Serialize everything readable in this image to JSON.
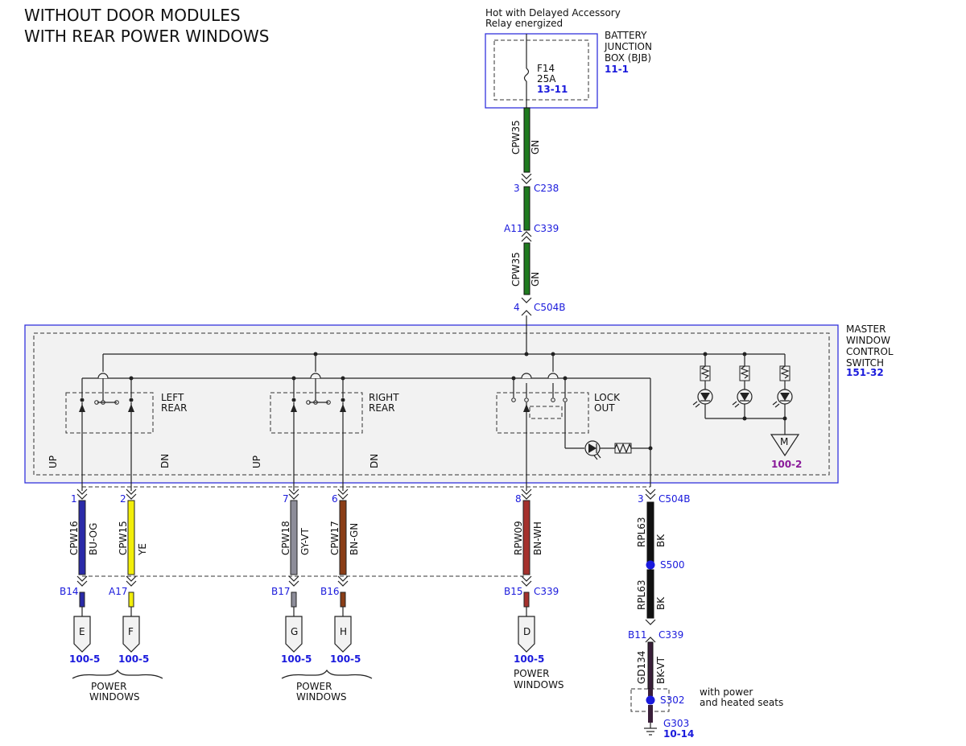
{
  "header": {
    "line1": "WITHOUT DOOR MODULES",
    "line2": "WITH REAR POWER WINDOWS"
  },
  "power_source": {
    "line1": "Hot with Delayed Accessory",
    "line2": "Relay energized"
  },
  "bjb": {
    "name1": "BATTERY",
    "name2": "JUNCTION",
    "name3": "BOX (BJB)",
    "ref": "11-1",
    "fuse": "F14",
    "rating": "25A",
    "fuse_ref": "13-11"
  },
  "top_wire": {
    "circuit_upper": "CPW35",
    "color_upper": "GN",
    "circuit_lower": "CPW35",
    "color_lower": "GN",
    "c238_pin": "3",
    "c238": "C238",
    "c339_pin": "A11",
    "c339": "C339",
    "c504b_pin": "4",
    "c504b": "C504B"
  },
  "switch": {
    "name1": "MASTER",
    "name2": "WINDOW",
    "name3": "CONTROL",
    "name4": "SWITCH",
    "ref": "151-32",
    "left_rear_1": "LEFT",
    "left_rear_2": "REAR",
    "right_rear_1": "RIGHT",
    "right_rear_2": "REAR",
    "lockout_1": "LOCK",
    "lockout_2": "OUT",
    "up": "UP",
    "dn": "DN",
    "ground_ref": "100-2",
    "motor": "M"
  },
  "wires": [
    {
      "pin": "1",
      "circuit": "CPW16",
      "color": "BU-OG",
      "conn_pin": "B14",
      "terminal": "E",
      "ref": "100-5",
      "c1": "#2a2aa8",
      "c2": "#2a2aa8"
    },
    {
      "pin": "2",
      "circuit": "CPW15",
      "color": "YE",
      "conn_pin": "A17",
      "terminal": "F",
      "ref": "100-5",
      "c1": "#f2ee0a",
      "c2": "#f2ee0a"
    },
    {
      "pin": "7",
      "circuit": "CPW18",
      "color": "GY-VT",
      "conn_pin": "B17",
      "terminal": "G",
      "ref": "100-5",
      "c1": "#8d8d99",
      "c2": "#8d8d99"
    },
    {
      "pin": "6",
      "circuit": "CPW17",
      "color": "BN-GN",
      "conn_pin": "B16",
      "terminal": "H",
      "ref": "100-5",
      "c1": "#8a3d16",
      "c2": "#8a3d16"
    },
    {
      "pin": "8",
      "circuit": "RPW09",
      "color": "BN-WH",
      "conn_pin": "B15",
      "terminal": "D",
      "ref": "100-5",
      "c1": "#a5312d",
      "c2": "#a5312d"
    }
  ],
  "conn_c504b": "C504B",
  "conn_c339": "C339",
  "power_windows_1": "POWER",
  "power_windows_2": "WINDOWS",
  "ground_wire": {
    "pin": "3",
    "circuit_upper": "RPL63",
    "color_upper": "BK",
    "splice1": "S500",
    "circuit_lower": "RPL63",
    "color_lower": "BK",
    "c339_pin": "B11",
    "c339": "C339",
    "circuit_gd": "GD134",
    "color_gd": "BK-VT",
    "splice2": "S302",
    "note1": "with power",
    "note2": "and heated seats",
    "ground": "G303",
    "ground_ref": "10-14"
  },
  "colors": {
    "green": "#1f7a1f",
    "black": "#111111",
    "bk_vt": "#3a1f3a",
    "link_blue": "#1a1adc",
    "purple": "#8a1a9a"
  }
}
